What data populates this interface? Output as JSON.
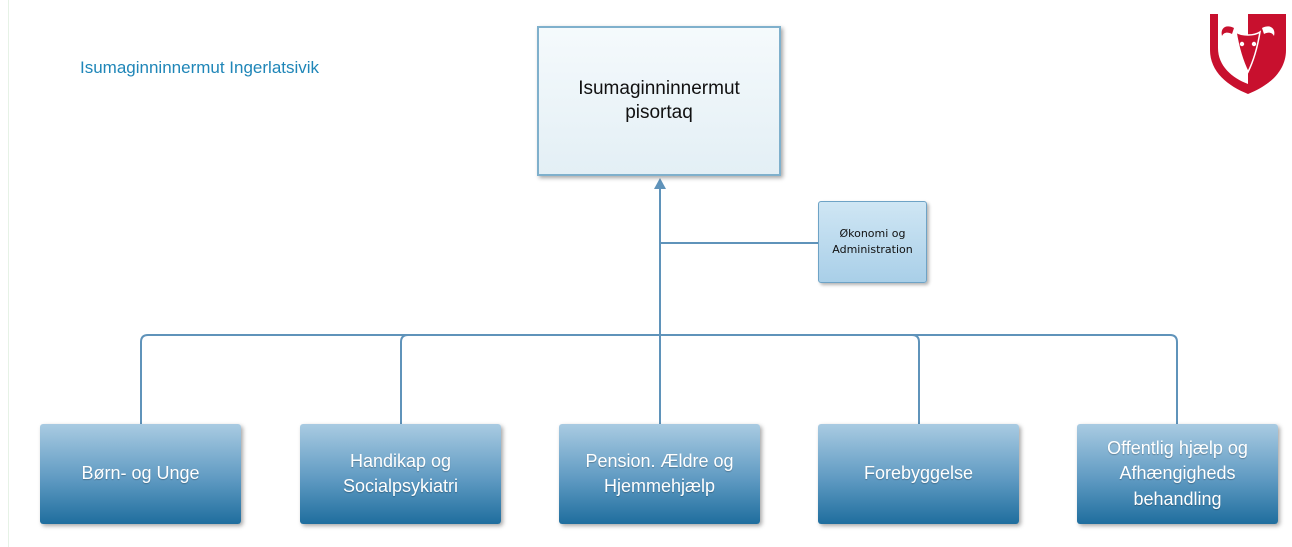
{
  "page": {
    "title": "Isumaginninnermut Ingerlatsivik"
  },
  "org_chart": {
    "head": {
      "label": "Isumaginninnermut pisortaq"
    },
    "staff_unit": {
      "label": "Økonomi og Administration"
    },
    "departments": [
      {
        "label": "Børn- og Unge"
      },
      {
        "label": "Handikap og Socialpsykiatri"
      },
      {
        "label": "Pension. Ældre og Hjemmehjælp"
      },
      {
        "label": "Forebyggelse"
      },
      {
        "label": "Offentlig hjælp og Afhængigheds behandling"
      }
    ]
  },
  "logo": {
    "icon": "coat-of-arms-shield-icon",
    "colors": {
      "red": "#c8102e",
      "white": "#ffffff"
    }
  },
  "colors": {
    "title_text": "#1f86b8",
    "connector": "#5f93ba",
    "dept_gradient_top": "#a9cbe2",
    "dept_gradient_bottom": "#1f6e9e"
  }
}
